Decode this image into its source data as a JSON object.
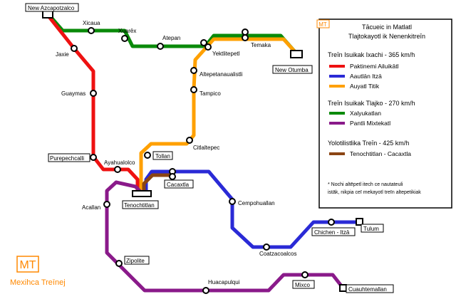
{
  "colors": {
    "red": "#ee1111",
    "blue": "#2a2ad6",
    "orange": "#ffa000",
    "green": "#0a8a0a",
    "purple": "#8a1a8a",
    "brown": "#8b4513",
    "brand": "#ff8800"
  },
  "logo": {
    "mark": "MT",
    "name": "Mexihca Treīnej"
  },
  "legend": {
    "badge": "MT",
    "title_line1": "Tācueic in Matlatl",
    "title_line2": "Tlajtokayotl ik Nenenkitreīn",
    "section1": "Treīn Isuikak Ixachi - 365 km/h",
    "lines1": [
      {
        "name": "Paktinemi Ailuikātl",
        "color": "red"
      },
      {
        "name": "Aautlān Itzā",
        "color": "blue"
      },
      {
        "name": "Auyatl Titik",
        "color": "orange"
      }
    ],
    "section2": "Treīn Isuikak Tlajko - 270 km/h",
    "lines2": [
      {
        "name": "Xalyukatlan",
        "color": "green"
      },
      {
        "name": "Pantli Mixtekatl",
        "color": "purple"
      }
    ],
    "section3": "Yolotilistlika Treīn - 425 km/h",
    "lines3": [
      {
        "name": "Tenochtitlan - Cacaxtla",
        "color": "brown"
      }
    ],
    "note_line1": "* Nochi altēpetl itech ce nautateuli",
    "note_line2": "istāk, nikpia ceī mekayotl treīn altepetikiak"
  },
  "stations": {
    "new_azcapotzalco": "New Azcapotzalco",
    "xicaua": "Xicaua",
    "xuarex": "Xuarēx",
    "atepan": "Atepan",
    "yektlitepetl": "Yektlitepetl",
    "temaka": "Temaka",
    "new_otumba": "New Otumba",
    "jaxie": "Jaxie",
    "guaymas": "Guaymas",
    "purepechcalli": "Purepechcalli",
    "ayahualolco": "Ayahualolco",
    "altepetanaualistli": "Altepetanaualistli",
    "tampico": "Tampico",
    "citlaltepec": "Citlaltepec",
    "tollan": "Tollan",
    "tenochtitlan": "Tenochtitlan",
    "cacaxtla": "Cacaxtla",
    "acallan": "Acallan",
    "cempohuallan": "Cempohuallan",
    "coatzacoalcos": "Coatzacoalcos",
    "chichen_itza": "Chichen - Itzā",
    "tulum": "Tulum",
    "zipolite": "Zipolite",
    "huacapulqui": "Huacapulqui",
    "mixco": "Mixco",
    "cuauhtemallan": "Cuauhtemallan"
  }
}
